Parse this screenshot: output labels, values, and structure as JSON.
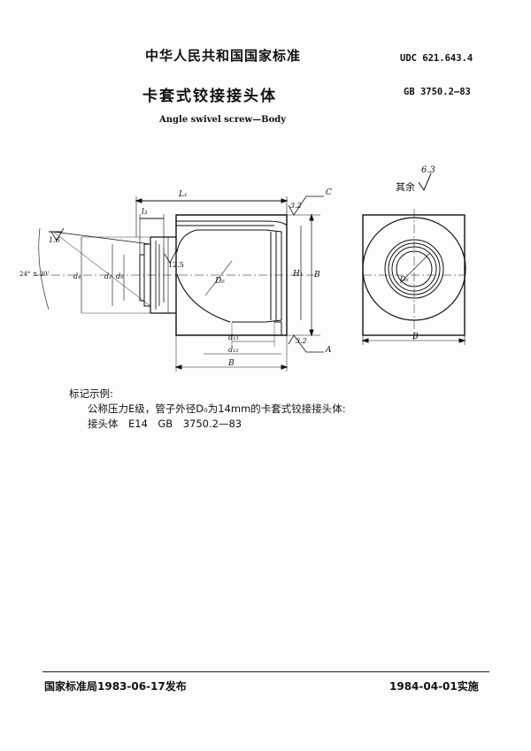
{
  "header": {
    "standard_name": "中华人民共和国国家标准",
    "udc": "UDC 621.643.4",
    "title": "卡套式铰接接头体",
    "gb_number": "GB 3750.2—83",
    "english_title": "Angle swivel screw—Body"
  },
  "roughness_note": {
    "label": "其余",
    "value": "6.3"
  },
  "drawing_labels": {
    "L1": "L₁",
    "l3": "l₃",
    "ra32_top": "3.2",
    "c_ref": "C",
    "ra16": "1.6",
    "ra125": "12.5",
    "angle": "24° ± 30'",
    "d4": "d₄",
    "d1": "d₁",
    "d9": "d₉",
    "D6": "D₆",
    "H1": "H₁",
    "B_right": "B",
    "d13": "d₁₃",
    "ra32_bottom": "3.2",
    "a_ref": "A",
    "d12": "d₁₂",
    "B_bottom": "B",
    "D6_side": "D₆",
    "B_side": "B"
  },
  "example": {
    "heading": "标记示例:",
    "line1": "公称压力E级，管子外径D₀为14mm的卡套式铰接接头体:",
    "line2": "接头体　E14　GB　3750.2—83"
  },
  "footer": {
    "issued": "国家标准局1983-06-17发布",
    "effective": "1984-04-01实施"
  }
}
